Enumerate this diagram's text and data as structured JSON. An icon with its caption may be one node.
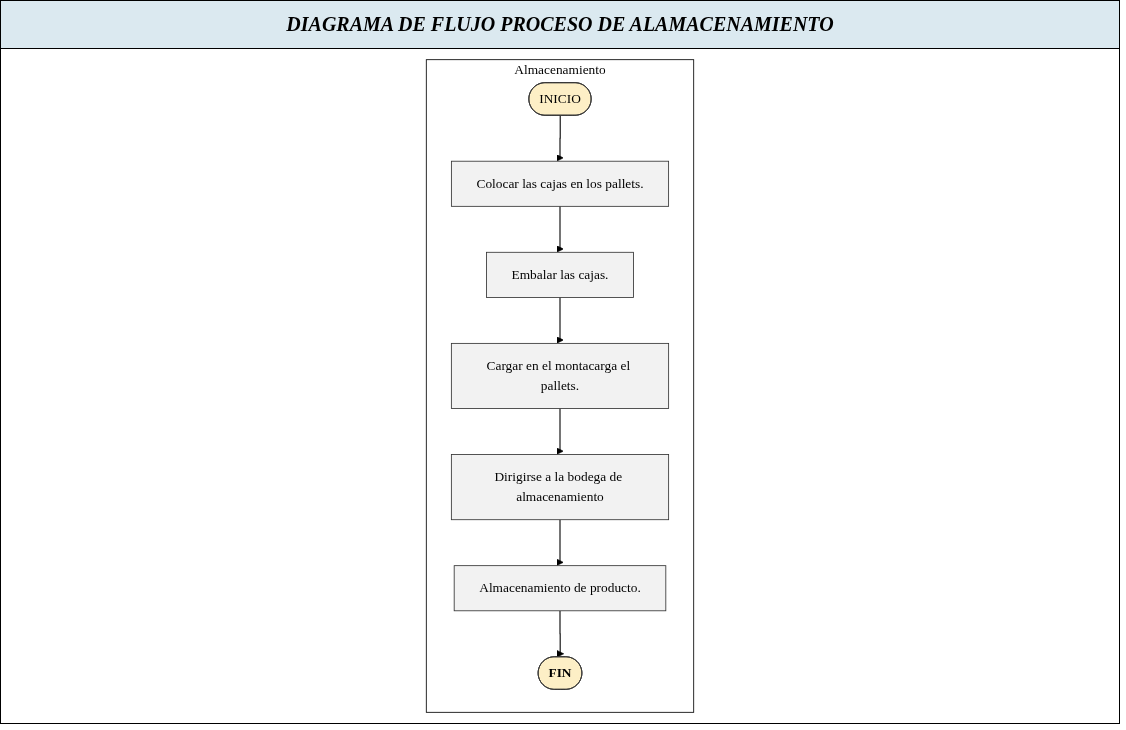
{
  "diagram": {
    "title": "DIAGRAMA DE FLUJO PROCESO DE ALAMACENAMIENTO",
    "nodes": [
      {
        "text": [
          "Almacenamiento"
        ]
      },
      {
        "text": [
          "INICIO"
        ],
        "in": 0
      },
      {
        "text": [
          "Colocar las cajas en los pallets."
        ],
        "in": 0
      },
      {
        "text": [
          "Embalar las cajas."
        ],
        "in": 0
      },
      {
        "text": [
          "Cargar en el montacarga el pallets."
        ],
        "in": 0
      },
      {
        "text": [
          "Dirigirse a la bodega de almacenamiento"
        ],
        "in": 0
      },
      {
        "text": [
          "Almacenamiento de producto."
        ],
        "in": 0
      },
      {
        "text": [
          "FIN"
        ],
        "in": 0
      }
    ],
    "edges": [
      {
        "from": 1,
        "to": 2,
        "arrow": "to"
      },
      {
        "from": 2,
        "to": 3,
        "arrow": "to"
      },
      {
        "from": 3,
        "to": 4,
        "arrow": "to"
      },
      {
        "from": 4,
        "to": 5,
        "arrow": "to"
      },
      {
        "from": 5,
        "to": 6,
        "arrow": "to"
      },
      {
        "from": 6,
        "to": 7,
        "arrow": "to"
      }
    ]
  }
}
